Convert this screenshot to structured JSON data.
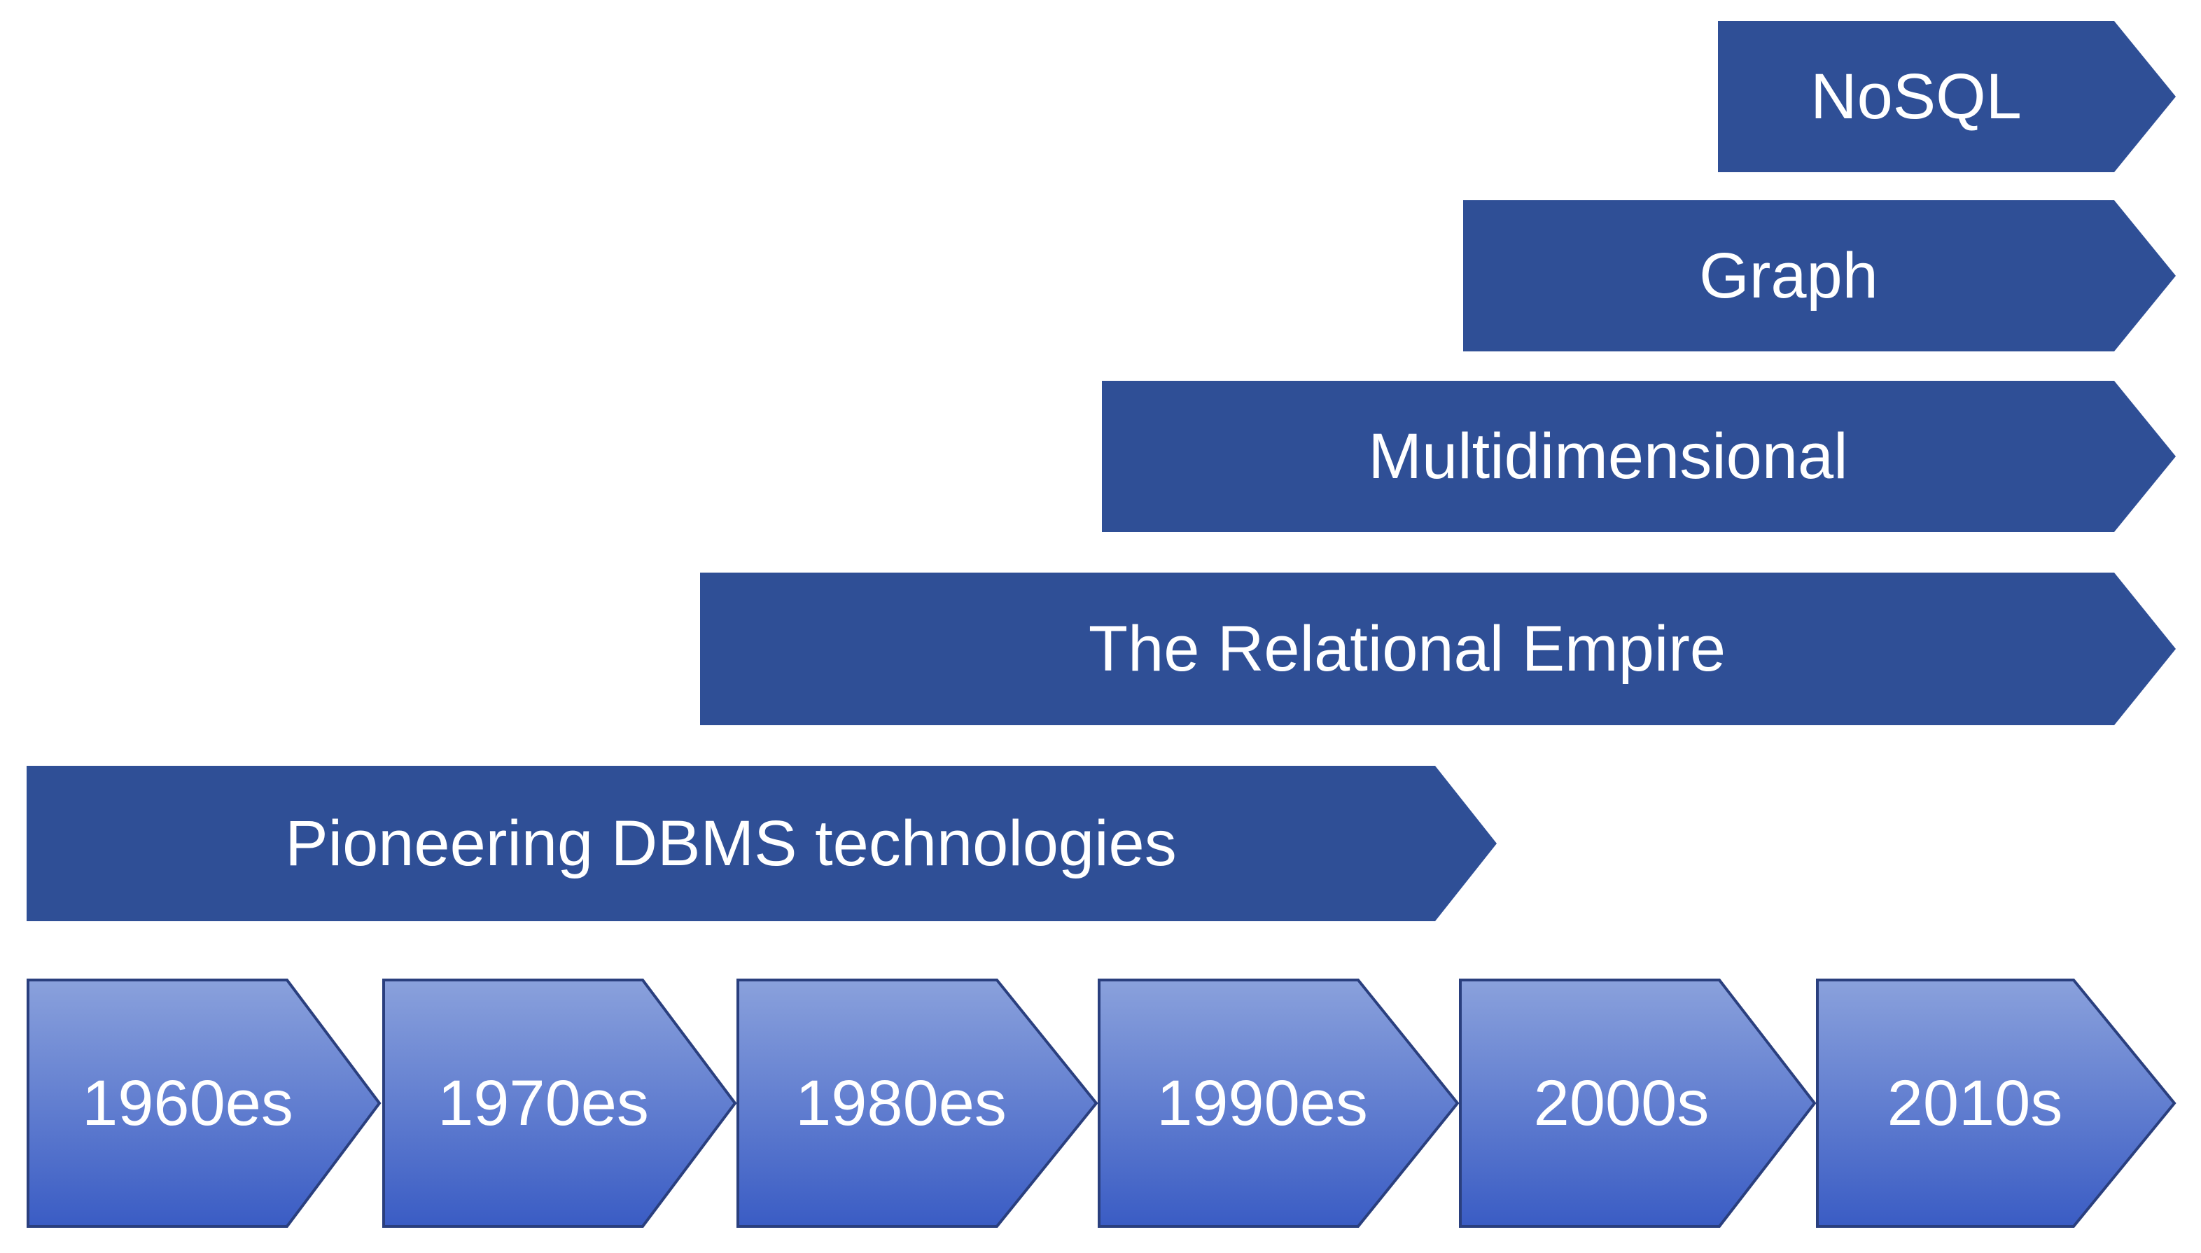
{
  "colors": {
    "era_fill": "#2f4f96",
    "decade_top": "#8aa1dc",
    "decade_bottom": "#3a5cc4",
    "decade_stroke": "#2a3f7e",
    "text": "#ffffff"
  },
  "eras": [
    {
      "label": "NoSQL"
    },
    {
      "label": "Graph"
    },
    {
      "label": "Multidimensional"
    },
    {
      "label": "The Relational Empire"
    },
    {
      "label": "Pioneering DBMS technologies"
    }
  ],
  "decades": [
    {
      "label": "1960es"
    },
    {
      "label": "1970es"
    },
    {
      "label": "1980es"
    },
    {
      "label": "1990es"
    },
    {
      "label": "2000s"
    },
    {
      "label": "2010s"
    }
  ]
}
